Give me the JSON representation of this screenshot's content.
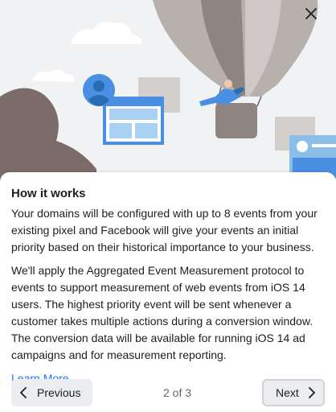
{
  "dialog": {
    "title": "How it works",
    "paragraphs": [
      "Your domains will be configured with up to 8 events from your existing pixel and Facebook will give your events an initial priority based on their historical importance to your business.",
      "We'll apply the Aggregated Event Measurement protocol to events to support measurement of web events from iOS 14 users. The highest priority event will be sent whenever a customer takes multiple actions during a conversion window. The conversion data will be available for running iOS 14 ad campaigns and for measurement reporting."
    ],
    "learn_more": "Learn More"
  },
  "footer": {
    "previous_label": "Previous",
    "page_indicator": "2 of 3",
    "next_label": "Next"
  },
  "colors": {
    "link": "#1877f2",
    "illustration_blue": "#4a90e2",
    "balloon_gray": "#b7b1ad"
  },
  "icons": [
    "close-icon",
    "chevron-left-icon",
    "chevron-right-icon",
    "avatar-icon"
  ]
}
